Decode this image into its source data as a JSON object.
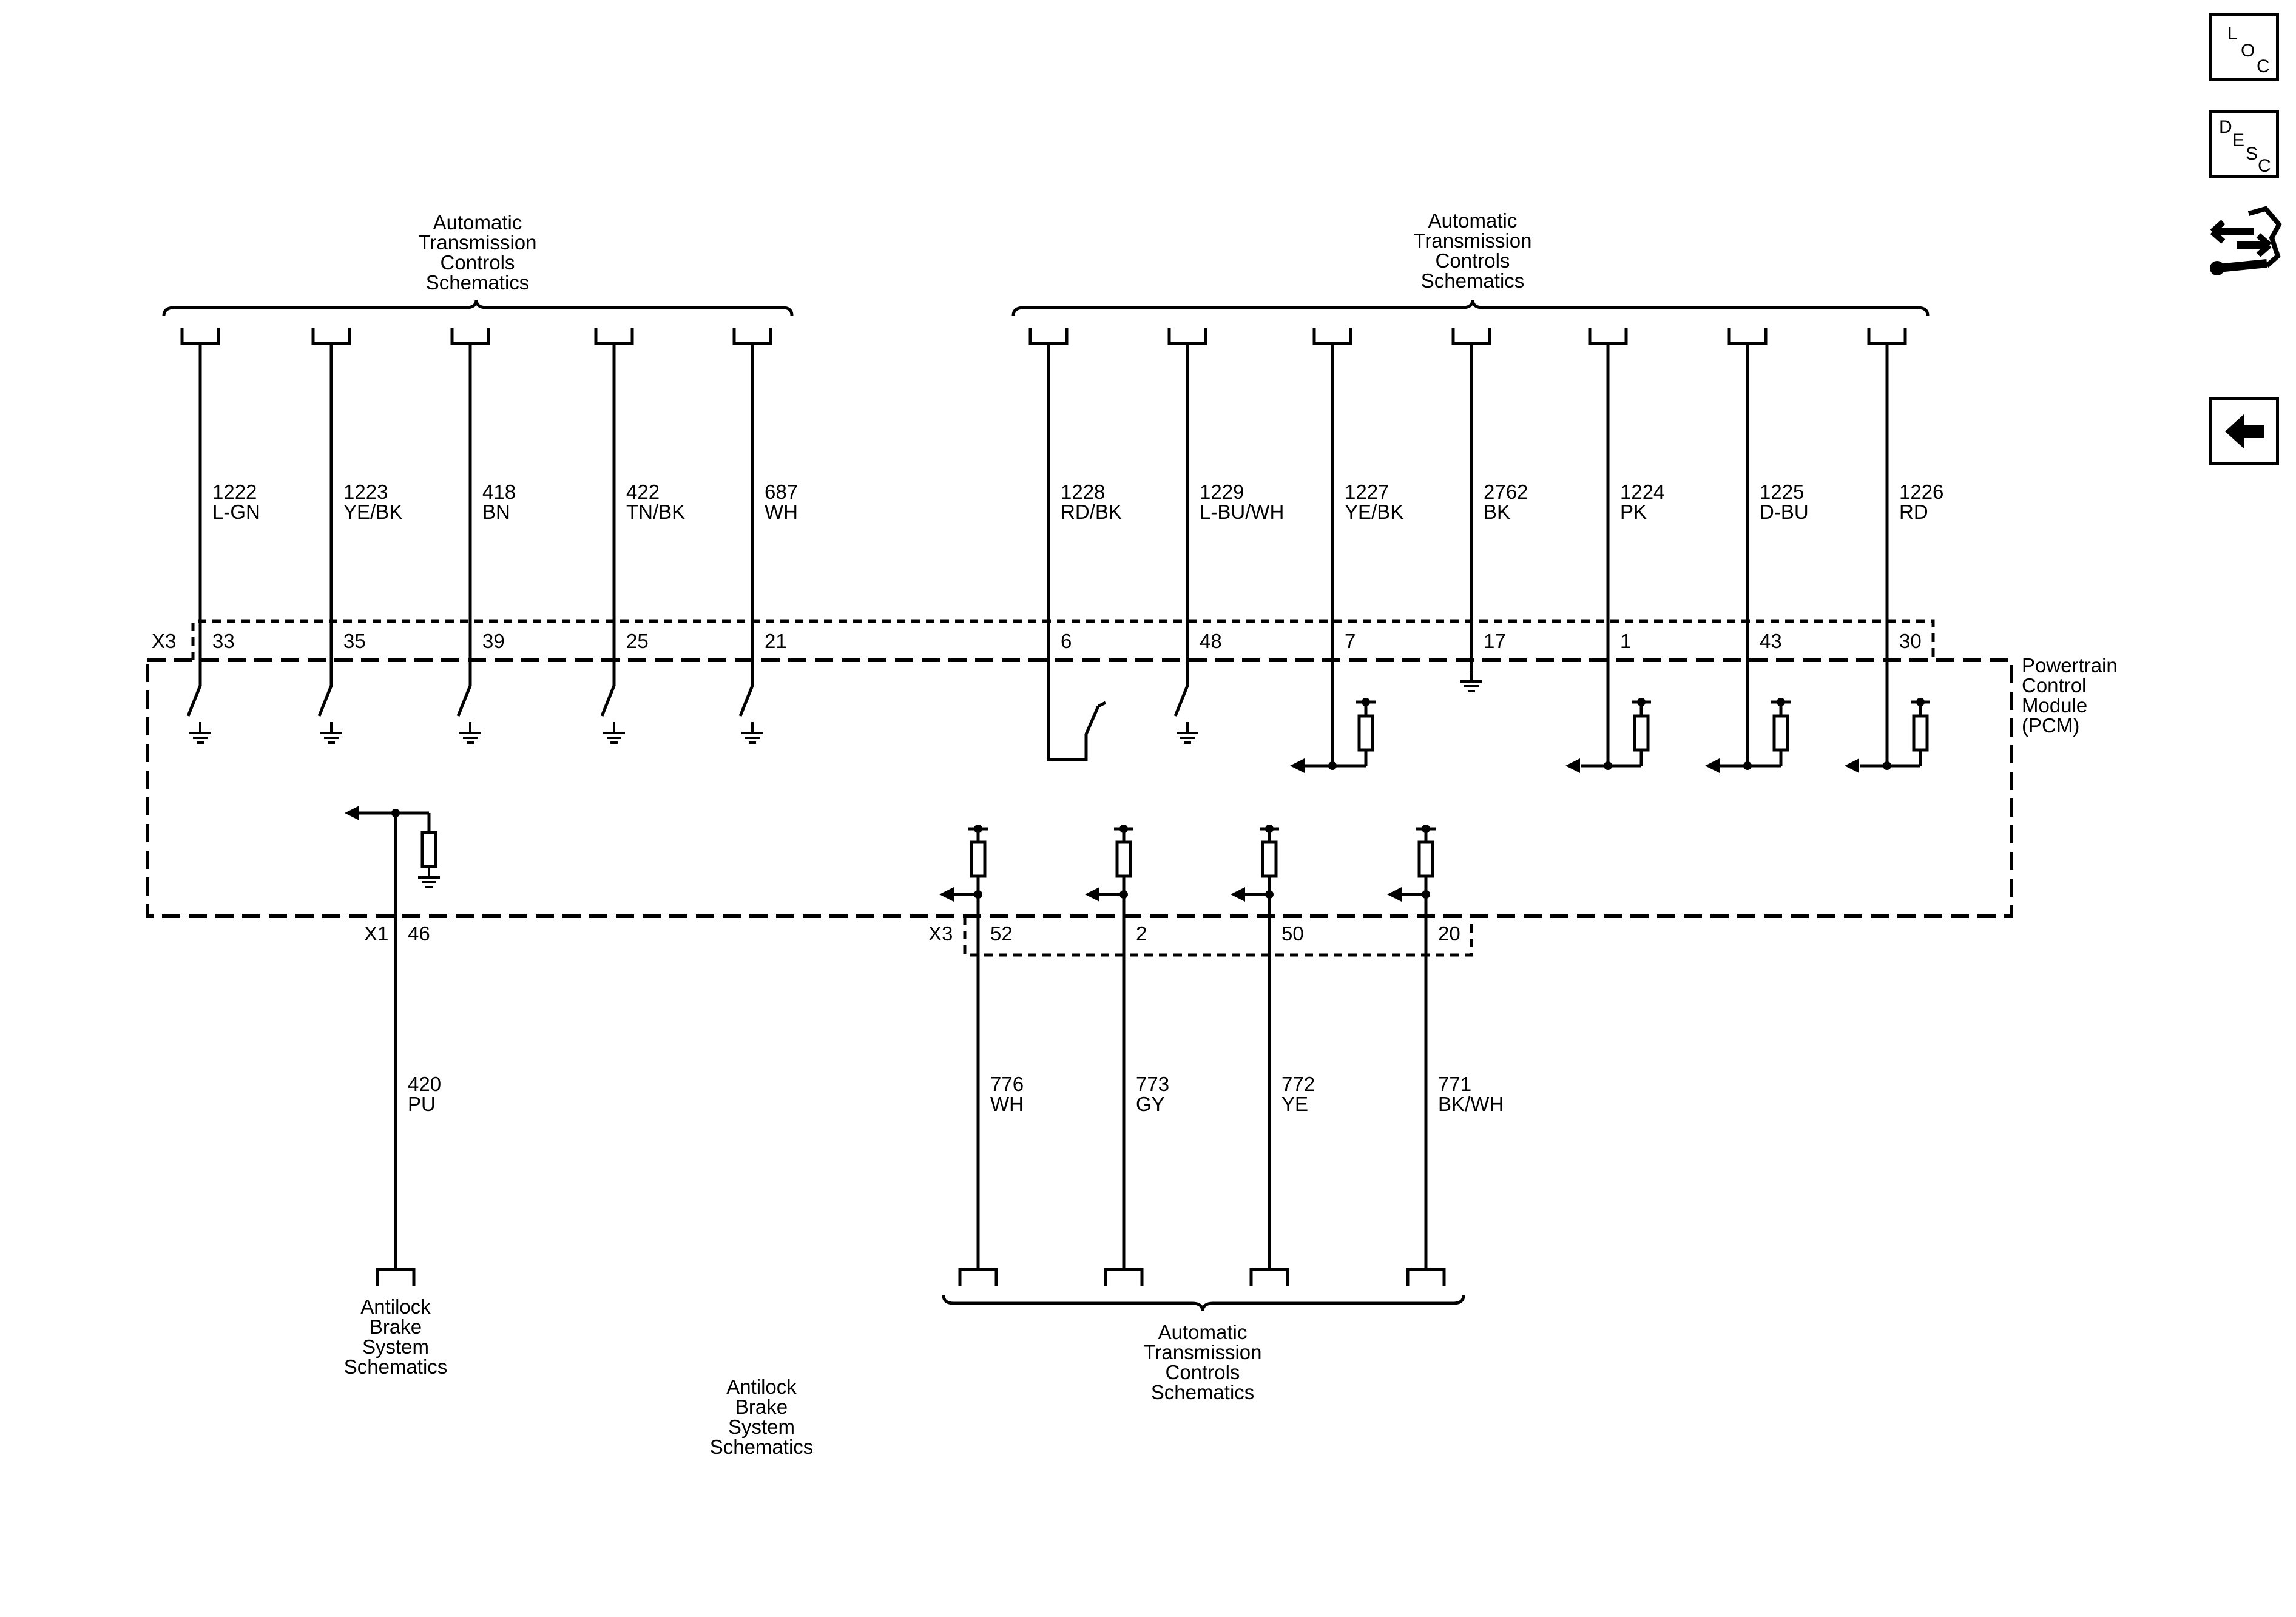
{
  "nav": {
    "loc": [
      "L",
      "O",
      "C"
    ],
    "desc": [
      "D",
      "E",
      "S",
      "C"
    ],
    "connector_tool_icon": "connector-tool-icon",
    "back_icon": "left-arrow-icon"
  },
  "group_labels": {
    "top_left": "Automatic Transmission Controls Schematics",
    "top_right": "Automatic Transmission Controls Schematics",
    "bottom_center": "Automatic Transmission Controls Schematics",
    "bottom_left": "Antilock Brake System Schematics",
    "floating": "Antilock Brake System Schematics"
  },
  "module": {
    "name": "Powertrain Control Module (PCM)",
    "connector_top": "X3",
    "connector_bottom_left": "X1",
    "connector_bottom_right": "X3"
  },
  "top_circuits": [
    {
      "circuit": "1222",
      "color": "L-GN",
      "pin": "33",
      "type": "switch-ground"
    },
    {
      "circuit": "1223",
      "color": "YE/BK",
      "pin": "35",
      "type": "switch-ground"
    },
    {
      "circuit": "418",
      "color": "BN",
      "pin": "39",
      "type": "switch-ground"
    },
    {
      "circuit": "422",
      "color": "TN/BK",
      "pin": "25",
      "type": "switch-ground"
    },
    {
      "circuit": "687",
      "color": "WH",
      "pin": "21",
      "type": "switch-ground"
    },
    {
      "circuit": "1228",
      "color": "RD/BK",
      "pin": "6",
      "type": "switch-loop"
    },
    {
      "circuit": "1229",
      "color": "L-BU/WH",
      "pin": "48",
      "type": "switch-ground"
    },
    {
      "circuit": "1227",
      "color": "YE/BK",
      "pin": "7",
      "type": "pullup-input"
    },
    {
      "circuit": "2762",
      "color": "BK",
      "pin": "17",
      "type": "ground"
    },
    {
      "circuit": "1224",
      "color": "PK",
      "pin": "1",
      "type": "pullup-input"
    },
    {
      "circuit": "1225",
      "color": "D-BU",
      "pin": "43",
      "type": "pullup-input"
    },
    {
      "circuit": "1226",
      "color": "RD",
      "pin": "30",
      "type": "pullup-input"
    }
  ],
  "bottom_circuits": [
    {
      "circuit": "420",
      "color": "PU",
      "pin": "46",
      "connector": "X1"
    },
    {
      "circuit": "776",
      "color": "WH",
      "pin": "52",
      "connector": "X3"
    },
    {
      "circuit": "773",
      "color": "GY",
      "pin": "2",
      "connector": "X3"
    },
    {
      "circuit": "772",
      "color": "YE",
      "pin": "50",
      "connector": "X3"
    },
    {
      "circuit": "771",
      "color": "BK/WH",
      "pin": "20",
      "connector": "X3"
    }
  ]
}
